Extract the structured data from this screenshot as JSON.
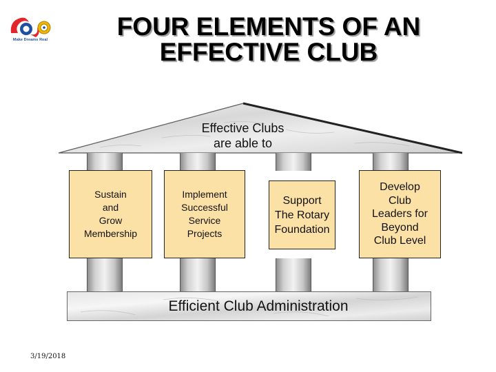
{
  "logo": {
    "text": "Make Dreams Real",
    "icon": "rotary-wheel-icon",
    "colors": {
      "red": "#e3262b",
      "blue": "#1e4fa0",
      "gold": "#f2b705"
    }
  },
  "title": {
    "line1": "FOUR ELEMENTS OF AN",
    "line2": "EFFECTIVE CLUB"
  },
  "roof": {
    "line1": "Effective Clubs",
    "line2": "are able to"
  },
  "pillars": [
    {
      "lines": [
        "Sustain",
        "and",
        "Grow",
        "Membership"
      ]
    },
    {
      "lines": [
        "Implement",
        "Successful",
        "Service",
        "Projects"
      ]
    },
    {
      "lines": [
        "Support",
        "The Rotary",
        "Foundation"
      ]
    },
    {
      "lines": [
        "Develop",
        "Club",
        "Leaders for",
        "Beyond",
        "Club Level"
      ]
    }
  ],
  "base": {
    "text": "Efficient Club Administration"
  },
  "footer": {
    "date": "3/19/2018"
  },
  "colors": {
    "card": "#fce1a7",
    "marble": "#dcdcdc"
  }
}
